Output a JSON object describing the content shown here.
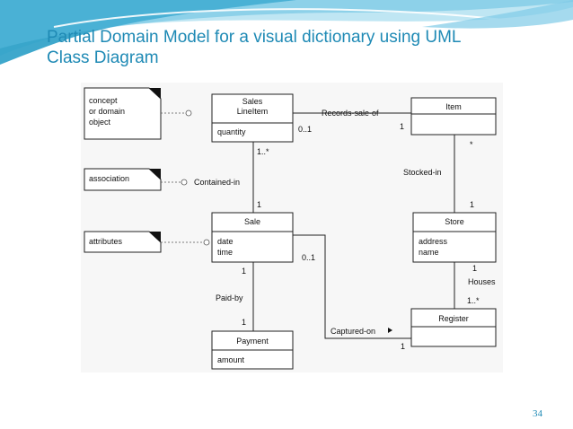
{
  "slide": {
    "title": "Partial Domain Model for a visual dictionary using UML Class Diagram",
    "title_lines": [
      "Partial Domain Model for a visual dictionary using UML",
      "Class Diagram"
    ],
    "page_number": "34",
    "colors": {
      "title": "#1f8ab5",
      "wave_dark": "#2a9fc6",
      "wave_light": "#bfe6f3",
      "diagram_bg": "#f7f7f7",
      "line": "#222222"
    }
  },
  "diagram": {
    "notes": [
      {
        "id": "concept",
        "lines": [
          "concept",
          "or domain",
          "object"
        ]
      },
      {
        "id": "association",
        "lines": [
          "association"
        ]
      },
      {
        "id": "attributes",
        "lines": [
          "attributes"
        ]
      }
    ],
    "classes": [
      {
        "id": "sales-line-item",
        "name_lines": [
          "Sales",
          "LineItem"
        ],
        "attributes": [
          "quantity"
        ]
      },
      {
        "id": "item",
        "name_lines": [
          "Item"
        ],
        "attributes": []
      },
      {
        "id": "sale",
        "name_lines": [
          "Sale"
        ],
        "attributes": [
          "date",
          "time"
        ]
      },
      {
        "id": "store",
        "name_lines": [
          "Store"
        ],
        "attributes": [
          "address",
          "name"
        ]
      },
      {
        "id": "register",
        "name_lines": [
          "Register"
        ],
        "attributes": []
      },
      {
        "id": "payment",
        "name_lines": [
          "Payment"
        ],
        "attributes": [
          "amount"
        ]
      }
    ],
    "associations": [
      {
        "id": "records-sale-of",
        "label": "Records-sale-of",
        "from": "sales-line-item",
        "to": "item",
        "from_mult": "0..1",
        "to_mult": "1"
      },
      {
        "id": "stocked-in",
        "label": "Stocked-in",
        "from": "item",
        "to": "store",
        "from_mult": "*",
        "to_mult": "1"
      },
      {
        "id": "contained-in",
        "label": "Contained-in",
        "from": "sales-line-item",
        "to": "sale",
        "from_mult": "1..*",
        "to_mult": "1"
      },
      {
        "id": "houses",
        "label": "Houses",
        "from": "store",
        "to": "register",
        "from_mult": "1",
        "to_mult": "1..*"
      },
      {
        "id": "paid-by",
        "label": "Paid-by",
        "from": "sale",
        "to": "payment",
        "from_mult": "1",
        "to_mult": "1"
      },
      {
        "id": "captured-on",
        "label": "Captured-on",
        "from": "sale",
        "to": "register",
        "from_mult": "0..1",
        "to_mult": "1"
      }
    ]
  }
}
